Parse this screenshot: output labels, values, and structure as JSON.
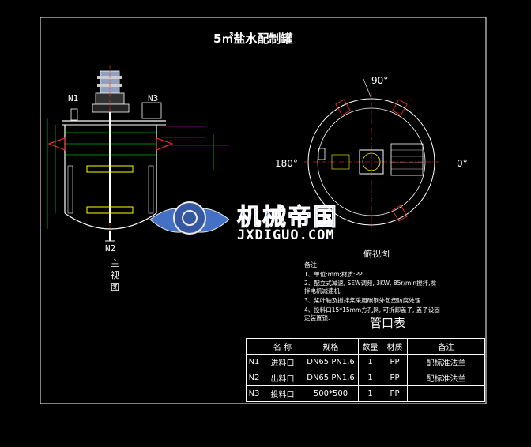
{
  "title": "5㎥盐水配制罐",
  "front_view": {
    "label": "主视图",
    "nozzle_labels": [
      "N1",
      "N3",
      "N2"
    ]
  },
  "plan_view": {
    "label": "俯视图",
    "angles": [
      "90°",
      "180°",
      "0°"
    ]
  },
  "watermark": {
    "brand": "机械帝国",
    "site": "JXDIGUO.COM"
  },
  "notes": {
    "heading": "备注:",
    "items": [
      "1、单位:mm;材质:PP.",
      "2、配立式减速, SEW调频, 3KW, 85r/min搅拌,搅",
      "   拌电机减速机.",
      "3、桨叶轴及搅拌桨采用碳钢外包塑防腐处理.",
      "4、投料口15*15mm方孔网, 可拆卸盖子, 盖子设固",
      "   定装置锁."
    ]
  },
  "nozzle_table": {
    "title": "管口表",
    "headers": [
      "",
      "名 称",
      "规格",
      "数量",
      "材质",
      "备注"
    ],
    "rows": [
      [
        "N1",
        "进料口",
        "DN65 PN1.6",
        "1",
        "PP",
        "配标准法兰"
      ],
      [
        "N2",
        "出料口",
        "DN65 PN1.6",
        "1",
        "PP",
        "配标准法兰"
      ],
      [
        "N3",
        "投料口",
        "500*500",
        "1",
        "PP",
        ""
      ]
    ]
  },
  "colors": {
    "line": "#ffffff",
    "dimension": "#00ff00",
    "accent_red": "#ff3030",
    "leader": "#ff00ff",
    "hatch": "#ffff00",
    "blue": "#4a7bd6"
  }
}
